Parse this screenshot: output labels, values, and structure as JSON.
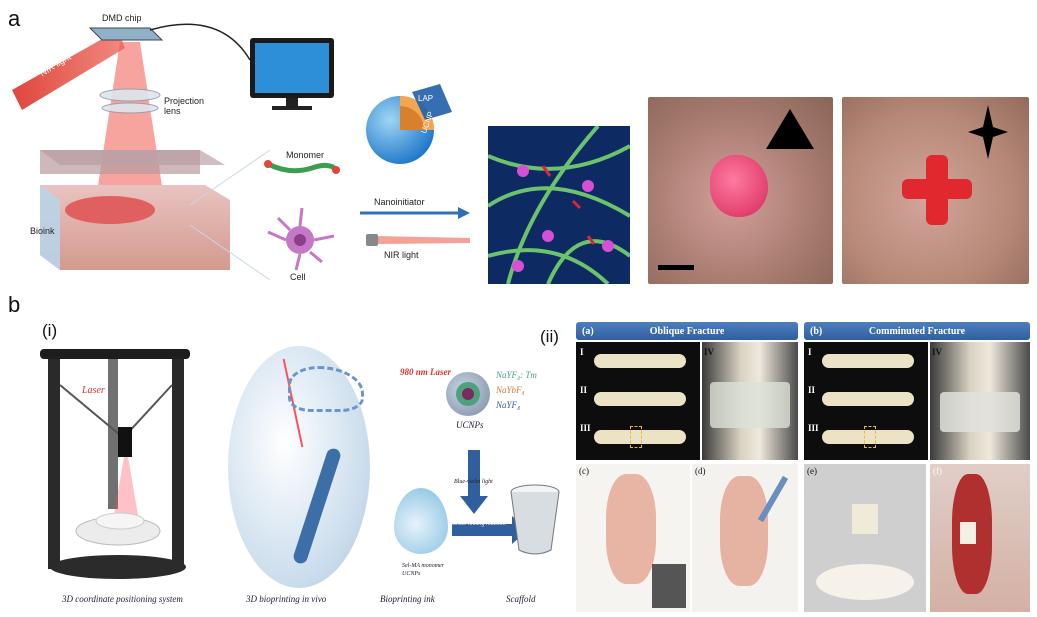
{
  "panel_a": {
    "letter": "a",
    "labels": {
      "dmd_chip": "DMD chip",
      "nir_light_beam": "NIR light",
      "projection_lens": "Projection\nlens",
      "bioink": "Bioink",
      "monomer": "Monomer",
      "cell": "Cell",
      "lap": "LAP",
      "ucnp": "UCNP",
      "nanoinitiator": "Nanoinitiator",
      "nir_light_source": "NIR light"
    }
  },
  "panel_b": {
    "letter": "b",
    "part_i": {
      "label": "(i)",
      "laser": "Laser",
      "captions": {
        "positioning": "3D coordinate positioning system",
        "bioprinting": "3D bioprinting in vivo",
        "ink": "Bioprinting ink",
        "scaffold": "Scaffold"
      },
      "laser_980": "980 nm Laser",
      "shell_layers": [
        "NaYF₄: Tm",
        "NaYbF₄",
        "NaYF₄"
      ],
      "ucnps": "UCNPs",
      "blue_light": "Blue-violet light",
      "crosslinking": "Cross-linking reaction",
      "legend": [
        "Sel-MA monomer",
        "UCNPs"
      ]
    },
    "part_ii": {
      "label": "(ii)",
      "headers": {
        "a": "(a)",
        "a_title": "Oblique Fracture",
        "b": "(b)",
        "b_title": "Comminuted Fracture"
      },
      "romans": [
        "I",
        "II",
        "III",
        "IV"
      ],
      "subs": [
        "(c)",
        "(d)",
        "(e)",
        "(f)"
      ]
    }
  },
  "colors": {
    "nir_red": "#e0463c",
    "arrow_blue": "#2f6fb5",
    "header_blue": "#3a6aa8",
    "tissue_pink": "#d98b8e"
  }
}
